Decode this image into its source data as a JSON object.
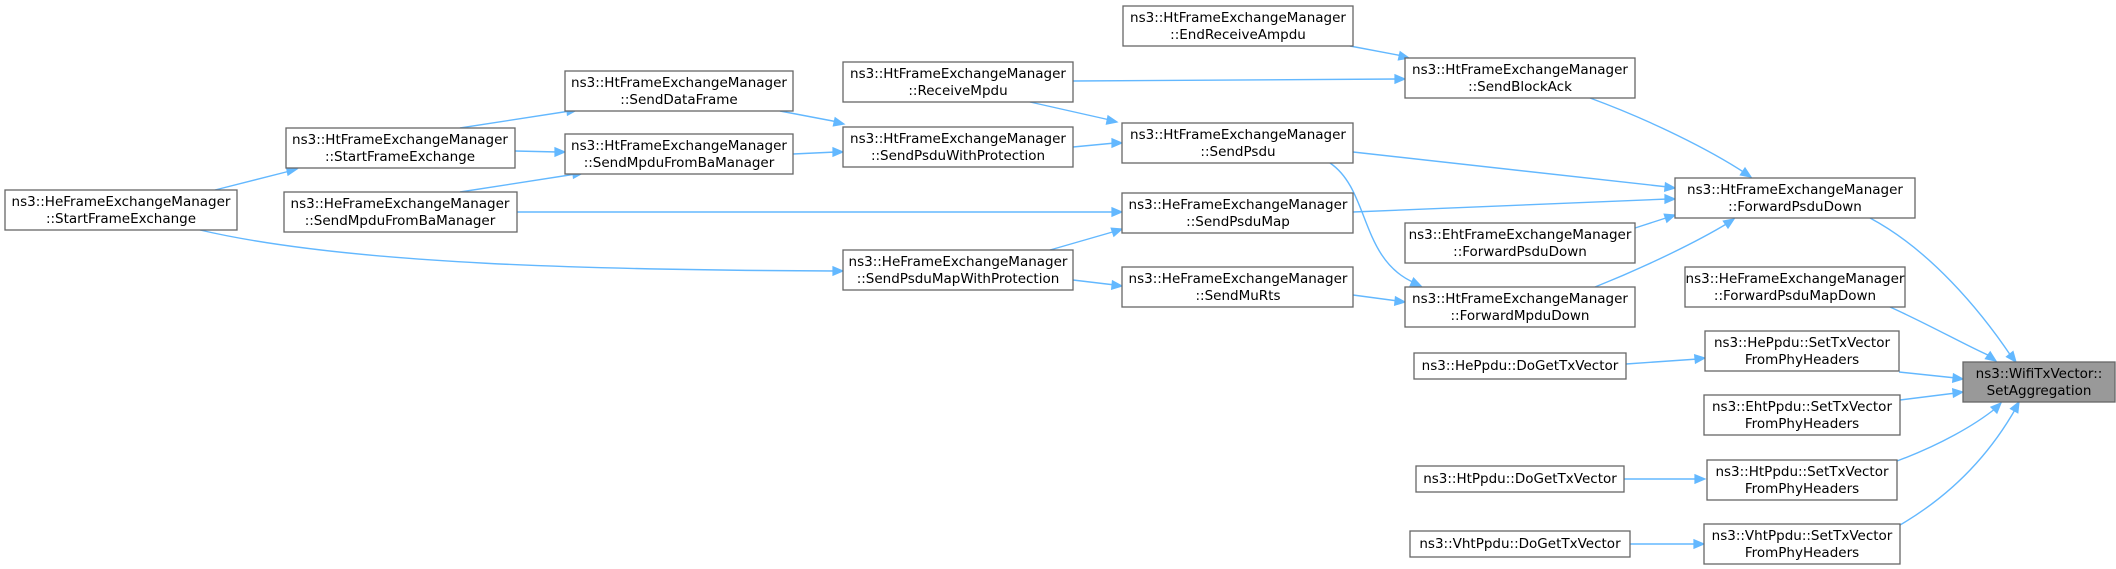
{
  "colors": {
    "edge": "#63b8ff",
    "node_border": "#666666",
    "focus_fill": "#999999",
    "background": "#ffffff"
  },
  "nodes": {
    "focus": {
      "line1": "ns3::WifiTxVector::",
      "line2": "SetAggregation"
    },
    "ht_fwd_psdu": {
      "line1": "ns3::HtFrameExchangeManager",
      "line2": "::ForwardPsduDown"
    },
    "he_fwd_psdumap": {
      "line1": "ns3::HeFrameExchangeManager",
      "line2": "::ForwardPsduMapDown"
    },
    "he_ppdu_settx": {
      "line1": "ns3::HePpdu::SetTxVector",
      "line2": "FromPhyHeaders"
    },
    "eht_ppdu_settx": {
      "line1": "ns3::EhtPpdu::SetTxVector",
      "line2": "FromPhyHeaders"
    },
    "ht_ppdu_settx": {
      "line1": "ns3::HtPpdu::SetTxVector",
      "line2": "FromPhyHeaders"
    },
    "vht_ppdu_settx": {
      "line1": "ns3::VhtPpdu::SetTxVector",
      "line2": "FromPhyHeaders"
    },
    "ht_send_ba": {
      "line1": "ns3::HtFrameExchangeManager",
      "line2": "::SendBlockAck"
    },
    "ht_send_psdu": {
      "line1": "ns3::HtFrameExchangeManager",
      "line2": "::SendPsdu"
    },
    "he_send_psdumap": {
      "line1": "ns3::HeFrameExchangeManager",
      "line2": "::SendPsduMap"
    },
    "eht_fwd_psdu": {
      "line1": "ns3::EhtFrameExchangeManager",
      "line2": "::ForwardPsduDown"
    },
    "ht_fwd_mpdu": {
      "line1": "ns3::HtFrameExchangeManager",
      "line2": "::ForwardMpduDown"
    },
    "he_ppdu_doget": {
      "line1": "ns3::HePpdu::DoGetTxVector"
    },
    "ht_ppdu_doget": {
      "line1": "ns3::HtPpdu::DoGetTxVector"
    },
    "vht_ppdu_doget": {
      "line1": "ns3::VhtPpdu::DoGetTxVector"
    },
    "ht_end_ampdu": {
      "line1": "ns3::HtFrameExchangeManager",
      "line2": "::EndReceiveAmpdu"
    },
    "ht_recv_mpdu": {
      "line1": "ns3::HtFrameExchangeManager",
      "line2": "::ReceiveMpdu"
    },
    "ht_send_psdu_prot": {
      "line1": "ns3::HtFrameExchangeManager",
      "line2": "::SendPsduWithProtection"
    },
    "he_send_psdumap_prot": {
      "line1": "ns3::HeFrameExchangeManager",
      "line2": "::SendPsduMapWithProtection"
    },
    "he_send_murts": {
      "line1": "ns3::HeFrameExchangeManager",
      "line2": "::SendMuRts"
    },
    "ht_send_data": {
      "line1": "ns3::HtFrameExchangeManager",
      "line2": "::SendDataFrame"
    },
    "ht_send_mpdu_ba": {
      "line1": "ns3::HtFrameExchangeManager",
      "line2": "::SendMpduFromBaManager"
    },
    "ht_start_fx": {
      "line1": "ns3::HtFrameExchangeManager",
      "line2": "::StartFrameExchange"
    },
    "he_send_mpdu_ba": {
      "line1": "ns3::HeFrameExchangeManager",
      "line2": "::SendMpduFromBaManager"
    },
    "he_start_fx": {
      "line1": "ns3::HeFrameExchangeManager",
      "line2": "::StartFrameExchange"
    }
  }
}
